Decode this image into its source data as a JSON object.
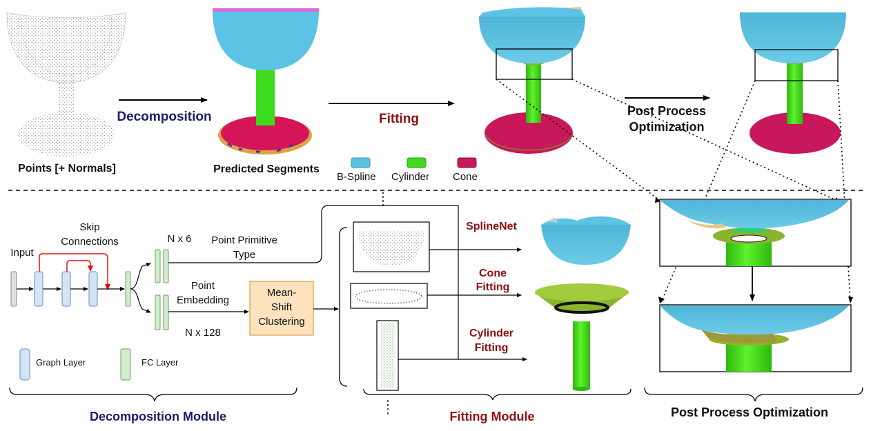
{
  "colors": {
    "bspline": "#5cc3e4",
    "cylinder": "#3fdc1e",
    "cone": "#c8175a",
    "cone_green": "#8ab42c",
    "navy": "#1c1c6c",
    "maroon": "#8c1010",
    "graph_layer_fill": "#d5e3f5",
    "graph_layer_stroke": "#5b8ccb",
    "fc_layer_fill": "#d4ebcf",
    "fc_layer_stroke": "#6aa65b",
    "meanshift_fill": "#fde2be",
    "meanshift_stroke": "#e1a04b",
    "red_arrow": "#e01010"
  },
  "top": {
    "points_label": "Points [+ Normals]",
    "decomposition": "Decomposition",
    "predicted_label": "Predicted Segments",
    "fitting": "Fitting",
    "post_process_line1": "Post Process",
    "post_process_line2": "Optimization",
    "legend": [
      {
        "label": "B-Spline",
        "color": "#5cc3e4"
      },
      {
        "label": "Cylinder",
        "color": "#3fdc1e"
      },
      {
        "label": "Cone",
        "color": "#c8175a"
      }
    ]
  },
  "decomp": {
    "input": "Input",
    "skip_line1": "Skip",
    "skip_line2": "Connections",
    "n6": "N x 6",
    "ppt_line1": "Point Primitive",
    "ppt_line2": "Type",
    "pe_line1": "Point",
    "pe_line2": "Embedding",
    "n128": "N x 128",
    "ms_line1": "Mean-",
    "ms_line2": "Shift",
    "ms_line3": "Clustering",
    "legend_graph": "Graph Layer",
    "legend_fc": "FC Layer",
    "title": "Decomposition Module"
  },
  "fitting": {
    "splinenet": "SplineNet",
    "cone_line1": "Cone",
    "cone_line2": "Fitting",
    "cyl_line1": "Cylinder",
    "cyl_line2": "Fitting",
    "title": "Fitting Module"
  },
  "post": {
    "title": "Post Process Optimization"
  }
}
